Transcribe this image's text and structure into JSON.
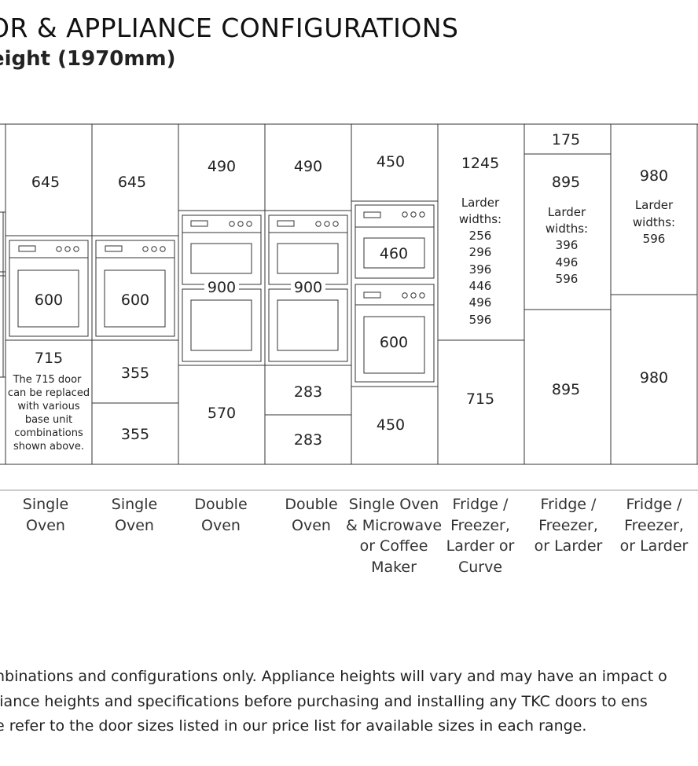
{
  "header": {
    "title": "OR & APPLIANCE CONFIGURATIONS",
    "subtitle": "eight (1970mm)"
  },
  "columns": [
    {
      "label": [
        "Single",
        "Oven"
      ],
      "sections": [
        "645",
        "600",
        "715"
      ],
      "note": [
        "The 715 door",
        "can be replaced",
        "with various",
        "base unit",
        "combinations",
        "shown above."
      ]
    },
    {
      "label": [
        "Single",
        "Oven"
      ],
      "sections": [
        "645",
        "600",
        "355",
        "355"
      ]
    },
    {
      "label": [
        "Double",
        "Oven"
      ],
      "sections": [
        "490",
        "900",
        "570"
      ]
    },
    {
      "label": [
        "Double",
        "Oven"
      ],
      "sections": [
        "490",
        "900",
        "283",
        "283"
      ]
    },
    {
      "label": [
        "Single Oven",
        "& Microwave",
        "or Coffee",
        "Maker"
      ],
      "sections": [
        "450",
        "460",
        "600",
        "450"
      ]
    },
    {
      "label": [
        "Fridge /",
        "Freezer,",
        "Larder or",
        "Curve"
      ],
      "sections": [
        "1245",
        "715"
      ],
      "larder": {
        "title": [
          "Larder",
          "widths:"
        ],
        "widths": [
          "256",
          "296",
          "396",
          "446",
          "496",
          "596"
        ]
      }
    },
    {
      "label": [
        "Fridge /",
        "Freezer,",
        "or Larder"
      ],
      "sections": [
        "175",
        "895",
        "895"
      ],
      "larder": {
        "title": [
          "Larder",
          "widths:"
        ],
        "widths": [
          "396",
          "496",
          "596"
        ]
      }
    },
    {
      "label": [
        "Fridge /",
        "Freezer,",
        "or Larder"
      ],
      "sections": [
        "980",
        "980"
      ],
      "larder": {
        "title": [
          "Larder",
          "widths:"
        ],
        "widths": [
          "596"
        ]
      }
    }
  ],
  "footnote": [
    "nbinations and configurations only. Appliance heights will vary and may have an impact o",
    "liance heights and specifications before purchasing and installing any TKC doors to ens",
    "e refer to the door sizes listed in our price list for available sizes in each range."
  ]
}
